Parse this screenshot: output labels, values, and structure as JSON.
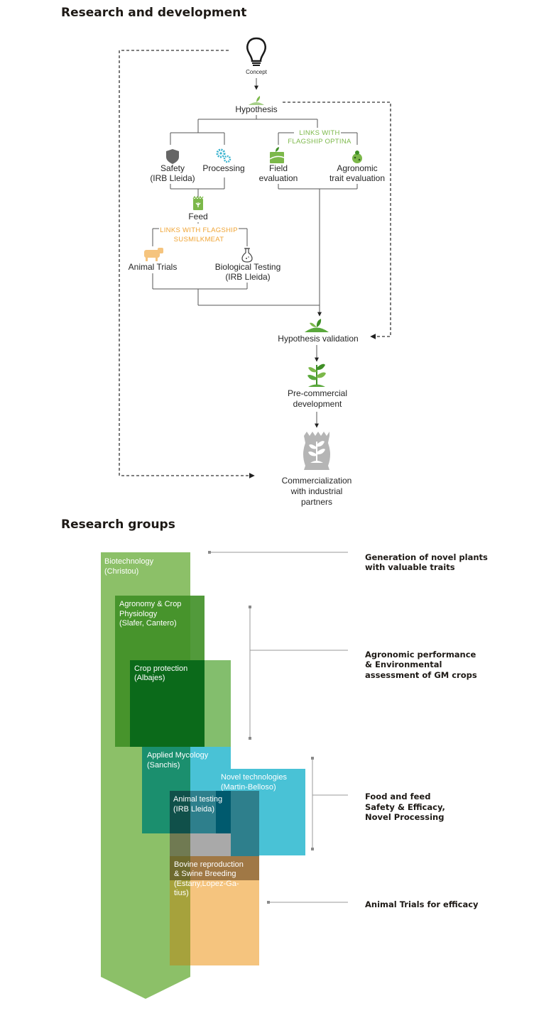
{
  "headings": {
    "rd": "Research and development",
    "groups": "Research groups"
  },
  "flow": {
    "concept": "Concept",
    "hypothesis": "Hypothesis",
    "links_optina_1": "LINKS WITH",
    "links_optina_2": "FLAGSHIP OPTINA",
    "safety_1": "Safety",
    "safety_2": "(IRB Lleida)",
    "processing": "Processing",
    "field_1": "Field",
    "field_2": "evaluation",
    "agro_1": "Agronomic",
    "agro_2": "trait evaluation",
    "feed": "Feed",
    "links_sus_1": "LINKS WITH FLAGSHIP",
    "links_sus_2": "SUSMILKMEAT",
    "animal_trials": "Animal Trials",
    "bio_1": "Biological Testing",
    "bio_2": "(IRB Lleida)",
    "validation": "Hypothesis validation",
    "precom_1": "Pre-commercial",
    "precom_2": "development",
    "comm_1": "Commercialization",
    "comm_2": "with industrial",
    "comm_3": "partners"
  },
  "groups": {
    "biotech_1": "Biotechnology",
    "biotech_2": "(Christou)",
    "agro_1": "Agronomy & Crop",
    "agro_2": "Physiology",
    "agro_3": "(Slafer, Cantero)",
    "crop_1": "Crop protection",
    "crop_2": "(Albajes)",
    "myco_1": "Applied Mycology",
    "myco_2": "(Sanchis)",
    "novel_1": "Novel technologies",
    "novel_2": "(Martin-Belloso)",
    "animal_1": "Animal testing",
    "animal_2": "(IRB Lleida)",
    "bovine_1": "Bovine reproduction",
    "bovine_2": "& Swine Breeding",
    "bovine_3": "(Estany,Lopez-Ga-",
    "bovine_4": "tius)"
  },
  "outcomes": {
    "o1_1": "Generation of novel plants",
    "o1_2": "with valuable traits",
    "o2_1": "Agronomic performance",
    "o2_2": "& Environmental",
    "o2_3": "assessment of GM crops",
    "o3_1": "Food and feed",
    "o3_2": "Safety & Efficacy,",
    "o3_3": "Novel Processing",
    "o4_1": "Animal Trials for efficacy"
  },
  "colors": {
    "biotech": "#8cc068",
    "agronomy": "#3f8f26",
    "crop_protection": "#0b6a1a",
    "mycology": "#1b8f6e",
    "novel": "#49c2d6",
    "animal": "#f5c47e",
    "bovine": "#8c7a3c"
  }
}
